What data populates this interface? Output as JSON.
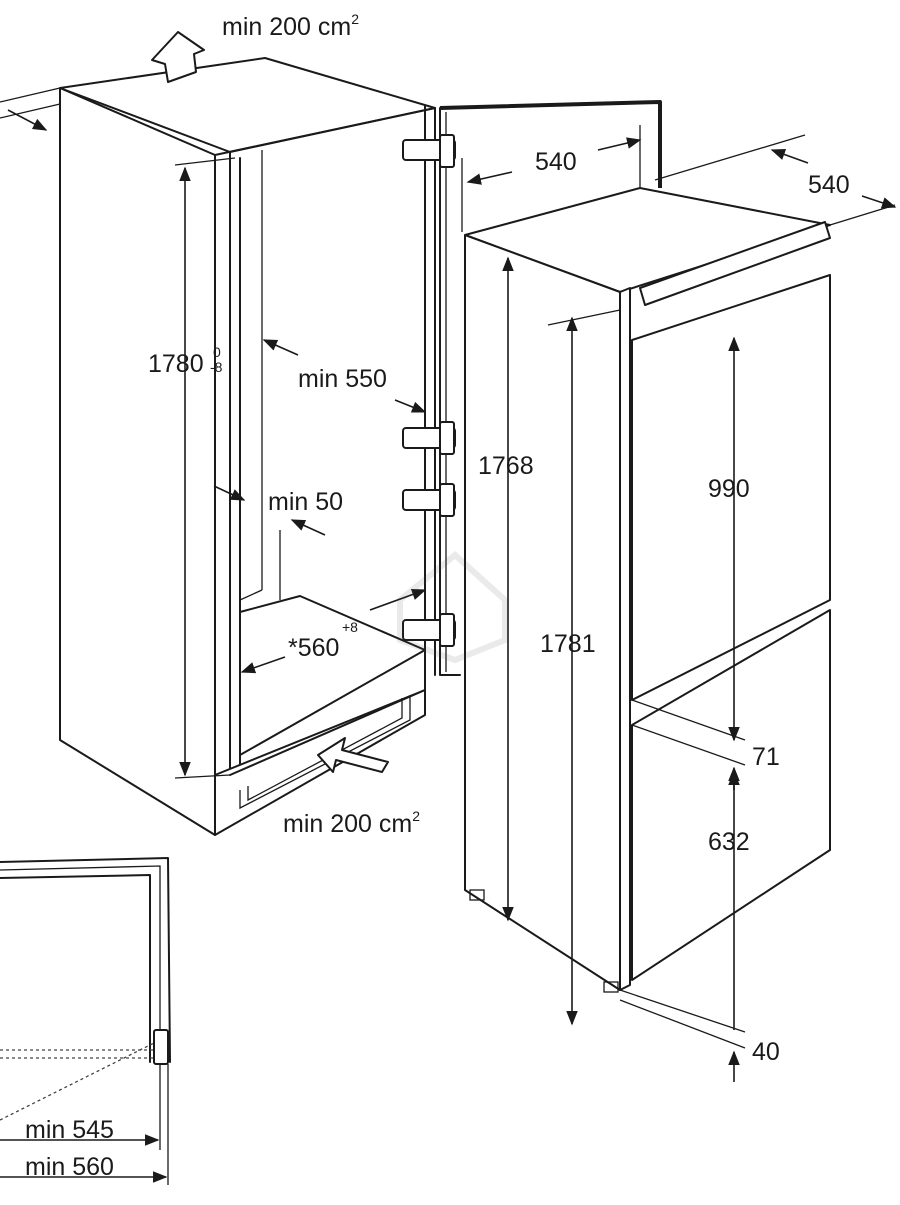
{
  "labels": {
    "air_top": "min 200 cm",
    "air_top_sup": "2",
    "air_bottom": "min 200 cm",
    "air_bottom_sup": "2",
    "niche_height": "1780",
    "niche_height_tol_top": "0",
    "niche_height_tol_bottom": "-8",
    "niche_depth": "min 550",
    "side_gap": "min 50",
    "niche_width": "*560",
    "niche_width_tol": "+8",
    "appliance_depth": "540",
    "appliance_width": "540",
    "appliance_height_body": "1768",
    "appliance_height_total": "1781",
    "door_upper": "990",
    "door_gap": "71",
    "door_lower": "632",
    "foot_height": "40",
    "plan_min_545": "min 545",
    "plan_min_560": "min 560"
  },
  "icons": {
    "hinge": "hinge-icon",
    "airflow_arrow": "airflow-arrow-icon"
  }
}
